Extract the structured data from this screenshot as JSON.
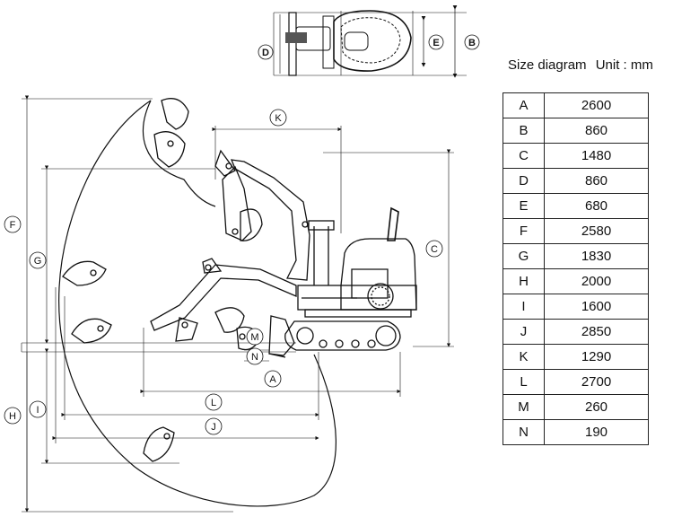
{
  "caption": {
    "title": "Size diagram",
    "unit": "Unit : mm"
  },
  "spec_table": [
    {
      "label": "A",
      "value": "2600"
    },
    {
      "label": "B",
      "value": "860"
    },
    {
      "label": "C",
      "value": "1480"
    },
    {
      "label": "D",
      "value": "860"
    },
    {
      "label": "E",
      "value": "680"
    },
    {
      "label": "F",
      "value": "2580"
    },
    {
      "label": "G",
      "value": "1830"
    },
    {
      "label": "H",
      "value": "2000"
    },
    {
      "label": "I",
      "value": "1600"
    },
    {
      "label": "J",
      "value": "2850"
    },
    {
      "label": "K",
      "value": "1290"
    },
    {
      "label": "L",
      "value": "2700"
    },
    {
      "label": "M",
      "value": "260"
    },
    {
      "label": "N",
      "value": "190"
    }
  ],
  "markers": {
    "A": "A",
    "B": "B",
    "C": "C",
    "D": "D",
    "E": "E",
    "F": "F",
    "G": "G",
    "H": "H",
    "I": "I",
    "J": "J",
    "K": "K",
    "L": "L",
    "M": "M",
    "N": "N"
  },
  "colors": {
    "ink": "#111111",
    "background": "#ffffff"
  }
}
